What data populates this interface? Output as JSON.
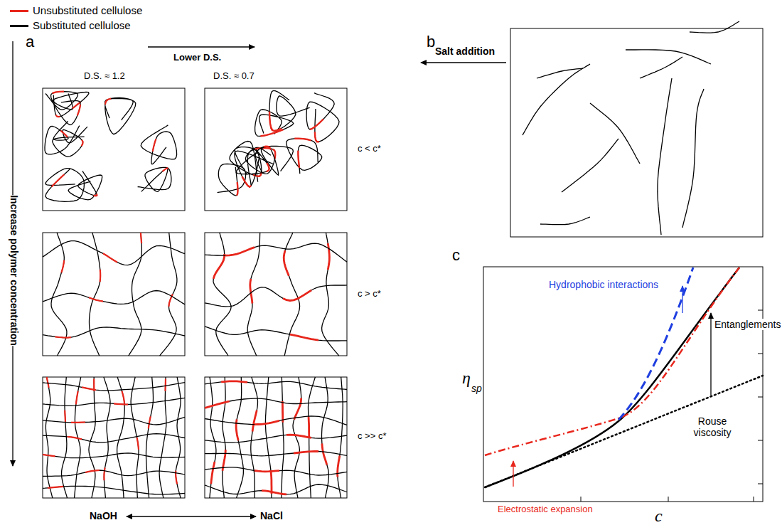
{
  "diagram": {
    "labels": [
      "a",
      "Lower D.S.",
      "D.S. ≈ 1.2",
      "D.S. ≈ 0.7",
      "b",
      "Salt addition",
      "c < c*",
      "c > c*",
      "c >> c*",
      "Increase polymer concentration",
      "NaOH",
      "NaCl",
      "c",
      "Hydrophobic interactions",
      "Entanglements",
      "Rouse viscosity",
      "Electrostatic expansion",
      "η",
      "sp",
      "c"
    ],
    "legend": [
      {
        "text": "Unsubstituted cellulose",
        "color": "#e8261c"
      },
      {
        "text": "Substituted cellulose",
        "color": "#000000"
      }
    ]
  }
}
